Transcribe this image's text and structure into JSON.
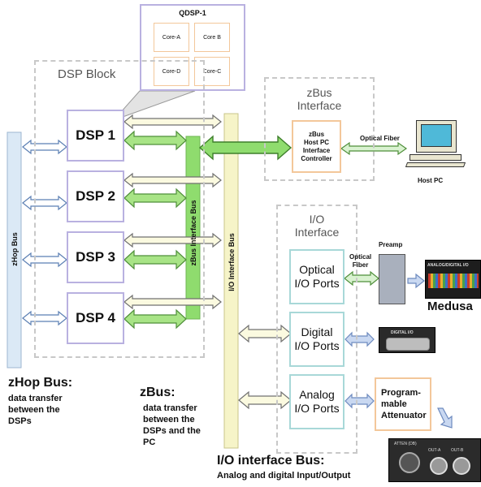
{
  "qdsp": {
    "title": "QDSP-1",
    "cores": [
      "Core-A",
      "Core B",
      "Core-D",
      "Core-C"
    ]
  },
  "dsp_block": {
    "title": "DSP Block",
    "dsps": [
      "DSP 1",
      "DSP 2",
      "DSP 3",
      "DSP 4"
    ]
  },
  "buses": {
    "zhop_vertical": "zHop Bus",
    "zbus_vertical": "zBus Interface Bus",
    "io_vertical": "I/O Interface Bus"
  },
  "zbus_interface": {
    "title_line1": "zBus",
    "title_line2": "Interface",
    "controller": [
      "zBus",
      "Host PC",
      "Interface",
      "Controller"
    ],
    "link_label": "Optical Fiber",
    "host_pc": "Host PC"
  },
  "io_interface": {
    "title_line1": "I/O",
    "title_line2": "Interface",
    "optical": [
      "Optical",
      "I/O Ports"
    ],
    "digital": [
      "Digital",
      "I/O Ports"
    ],
    "analog": [
      "Analog",
      "I/O Ports"
    ],
    "optical_link_label": [
      "Optical",
      "Fiber"
    ],
    "preamp": "Preamp",
    "medusa": "Medusa",
    "medusa_device_text": "ANALOG/DIGITAL I/O",
    "digital_device_text": "DIGITAL I/O",
    "attenuator": [
      "Program-",
      "mable",
      "Attenuator"
    ],
    "atten_device_labels": [
      "ATTEN (DB)",
      "OUT-A",
      "OUT-B"
    ]
  },
  "legend": {
    "zhop_title": "zHop Bus:",
    "zhop_desc": [
      "data transfer",
      "between the",
      "DSPs"
    ],
    "zbus_title": "zBus:",
    "zbus_desc": [
      "data transfer",
      "between the",
      "DSPs and the",
      "PC"
    ],
    "io_title": "I/O interface Bus:",
    "io_desc": "Analog and digital Input/Output"
  },
  "colors": {
    "zhop_bus": "#dbe9f6",
    "zbus_bus": "#8fdc6e",
    "io_bus": "#f6f4c8",
    "dsp_border": "#b9b1e0",
    "core_border": "#f3c79a",
    "port_border": "#a8d8d8"
  }
}
